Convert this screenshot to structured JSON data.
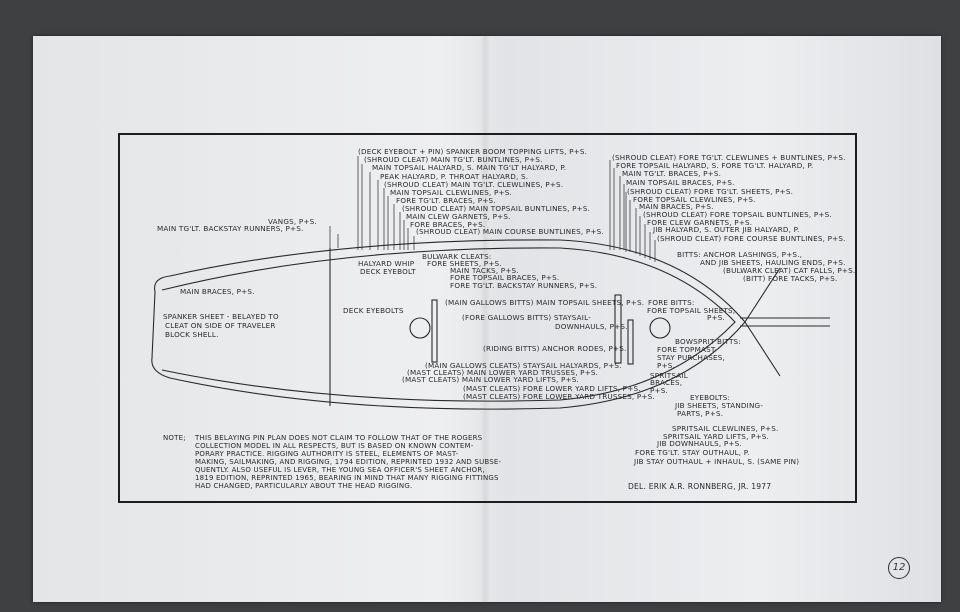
{
  "left_rigging": [
    "(Deck Eyebolt + Pin) Spanker Boom Topping Lifts, P+S.",
    "(Shroud Cleat) Main Tg'lt. Buntlines, P+S.",
    "Main Topsail Halyard, S. Main Tg'lt Halyard, P.",
    "Peak Halyard, P. Throat Halyard, S.",
    "(Shroud Cleat) Main Tg'lt. Clewlines, P+S.",
    "Main Topsail Clewlines, P+S.",
    "Fore Tg'lt. Braces, P+S.",
    "(Shroud Cleat) Main Topsail Buntlines, P+S.",
    "Main Clew Garnets, P+S.",
    "Fore Braces, P+S.",
    "(Shroud Cleat) Main Course Buntlines, P+S."
  ],
  "right_rigging": [
    "(Shroud Cleat) Fore Tg'lt. Clewlines + Buntlines, P+S.",
    "Fore Topsail Halyard, S. Fore Tg'lt. Halyard, P.",
    "Main Tg'lt. Braces, P+S.",
    "Main Topsail Braces, P+S.",
    "(Shroud Cleat) Fore Tg'lt. Sheets, P+S.",
    "Fore Topsail Clewlines, P+S.",
    "Main Braces, P+S.",
    "(Shroud Cleat) Fore Topsail Buntlines, P+S.",
    "Fore Clew Garnets, P+S.",
    "Jib Halyard, S. Outer Jib Halyard, P.",
    "(Shroud Cleat) Fore Course Buntlines, P+S."
  ],
  "stern": {
    "vangs": "Vangs, P+S.",
    "backstay_runners": "Main Tg'lt. Backstay Runners, P+S.",
    "main_braces": "Main Braces, P+S.",
    "spanker_sheet": [
      "Spanker Sheet - Belayed to",
      "Cleat on side of traveler",
      "block shell."
    ],
    "halyard_whip": [
      "Halyard Whip",
      "Deck Eyebolt"
    ]
  },
  "bulwark": [
    "Bulwark Cleats:",
    "Fore Sheets, P+S.",
    "Main Tacks, P+S.",
    "Fore Topsail Braces, P+S.",
    "Fore Tg'lt. Backstay Runners, P+S."
  ],
  "bitts": [
    "Bitts: Anchor Lashings, P+S.,",
    "and Jib Sheets, Hauling Ends, P+S.",
    "(Bulwark Cleat) Cat Falls, P+S.",
    "(Bitt) Fore Tacks, P+S."
  ],
  "midship": {
    "deck_eyebolts": "Deck Eyebolts",
    "main_gallows_bitts": "(Main Gallows Bitts) Main Topsail Sheets, P+S.",
    "fore_gallows_bitts": [
      "(Fore Gallows Bitts) Staysail-",
      "Downhauls, P+S."
    ],
    "riding_bitts": "(Riding Bitts) Anchor Rodes, P+S.",
    "main_gallows_cleats": "(Main Gallows Cleats) Staysail Halyards, P+S.",
    "mast_cleats": [
      "(Mast Cleats) Main Lower Yard Trusses, P+S.",
      "(Mast Cleats) Main Lower Yard Lifts, P+S.",
      "(Mast Cleats) Fore Lower Yard Lifts, P+S.",
      "(Mast Cleats) Fore Lower Yard Trusses, P+S."
    ]
  },
  "bow": {
    "fore_bitts": [
      "Fore Bitts:",
      "Fore Topsail Sheets,",
      "P+S."
    ],
    "bowsprit_bitts": "Bowsprit Bitts:",
    "topmast_stay": [
      "Fore Topmast-",
      "stay purchases,",
      "P+S."
    ],
    "spritsail_braces": [
      "Spritsail",
      "Braces,",
      "P+S."
    ],
    "eyebolts": [
      "Eyebolts:",
      "Jib Sheets, Standing-",
      "parts, P+S."
    ],
    "head": [
      "Spritsail Clewlines, P+S.",
      "Spritsail Yard Lifts, P+S.",
      "Jib Downhauls, P+S.",
      "Fore Tg'lt. Stay Outhaul, P.",
      "Jib Stay Outhaul + Inhaul, S. (same pin)"
    ]
  },
  "note": {
    "prefix": "Note;",
    "lines": [
      "This belaying pin plan does not claim to follow that of the Rogers",
      "Collection model in all respects, but is based on known contem-",
      "porary practice. Rigging authority is Steel, Elements of Mast-",
      "making, Sailmaking, and Rigging, 1794 edition, reprinted 1932 and subse-",
      "quently. Also useful is Lever, The Young Sea Officer's Sheet Anchor,",
      "1819 edition, reprinted 1965, bearing in mind that many rigging fittings",
      "had changed, particularly about the head rigging."
    ]
  },
  "credit": "Del. Erik A.R. Ronnberg, Jr. 1977",
  "page_number": "12"
}
